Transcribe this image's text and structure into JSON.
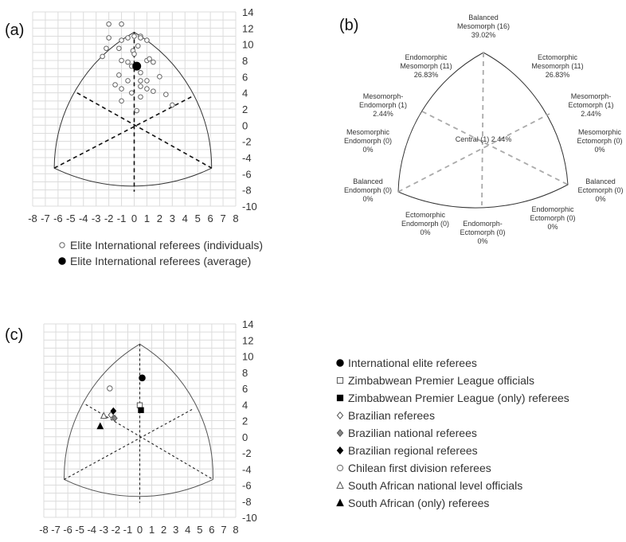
{
  "chart_data": [
    {
      "panel": "(a)",
      "type": "scatter",
      "xlim": [
        -8,
        8
      ],
      "ylim": [
        -10,
        14
      ],
      "x_ticks": [
        "-8",
        "-7",
        "-6",
        "-5",
        "-4",
        "-3",
        "-2",
        "-1",
        "0",
        "1",
        "2",
        "3",
        "4",
        "5",
        "6",
        "7",
        "8"
      ],
      "y_ticks": [
        "14",
        "12",
        "10",
        "8",
        "6",
        "4",
        "2",
        "0",
        "-2",
        "-4",
        "-6",
        "-8",
        "-10"
      ],
      "grid": true,
      "legend_position": "bottom",
      "series": [
        {
          "name": "Elite International referees (individuals)",
          "marker": "open-circle",
          "points": [
            [
              -2,
              12.5
            ],
            [
              -1,
              12.5
            ],
            [
              -2,
              10.8
            ],
            [
              -1,
              10.5
            ],
            [
              0,
              11
            ],
            [
              0.5,
              11
            ],
            [
              1,
              10.5
            ],
            [
              0.5,
              10.8
            ],
            [
              -2.2,
              9.5
            ],
            [
              -2.5,
              8.5
            ],
            [
              -1.2,
              9.5
            ],
            [
              -1,
              8
            ],
            [
              -0.5,
              7.8
            ],
            [
              -0.1,
              9.2
            ],
            [
              0,
              8.8
            ],
            [
              1,
              8
            ],
            [
              1.5,
              7.8
            ],
            [
              -1.2,
              6.2
            ],
            [
              0.5,
              6.5
            ],
            [
              2,
              6
            ],
            [
              -0.5,
              5.5
            ],
            [
              0.5,
              5.5
            ],
            [
              1,
              5.5
            ],
            [
              -1.5,
              5
            ],
            [
              -1,
              4.5
            ],
            [
              0.5,
              4.8
            ],
            [
              1,
              4.5
            ],
            [
              1.5,
              4.2
            ],
            [
              -0.2,
              4
            ],
            [
              0.5,
              3.5
            ],
            [
              2.5,
              3.8
            ],
            [
              -1,
              3
            ],
            [
              0.2,
              1.8
            ],
            [
              3,
              2.5
            ],
            [
              -0.2,
              7.3
            ],
            [
              0.3,
              9.8
            ],
            [
              -0.5,
              10.8
            ],
            [
              1.2,
              8.2
            ]
          ]
        },
        {
          "name": "Elite International referees (average)",
          "marker": "filled-circle",
          "points": [
            [
              0.2,
              7.3
            ]
          ]
        }
      ]
    },
    {
      "panel": "(b)",
      "type": "somatochart-categories",
      "categories": [
        {
          "lines": [
            "Balanced",
            "Mesomorph (16)",
            "39.02%"
          ],
          "anchor": "top"
        },
        {
          "lines": [
            "Endomorphic",
            "Mesomorph (11)",
            "26.83%"
          ],
          "anchor": "upper-left"
        },
        {
          "lines": [
            "Ectomorphic",
            "Mesomorph (11)",
            "26.83%"
          ],
          "anchor": "upper-right"
        },
        {
          "lines": [
            "Mesomorph-",
            "Endomorph (1)",
            "2.44%"
          ],
          "anchor": "left-1"
        },
        {
          "lines": [
            "Mesomorph-",
            "Ectomorph (1)",
            "2.44%"
          ],
          "anchor": "right-1"
        },
        {
          "lines": [
            "Mesomorphic",
            "Endomorph (0)",
            "0%"
          ],
          "anchor": "left-2"
        },
        {
          "lines": [
            "Mesomorphic",
            "Ectomorph (0)",
            "0%"
          ],
          "anchor": "right-2"
        },
        {
          "lines": [
            "Central (1) 2.44%"
          ],
          "anchor": "center"
        },
        {
          "lines": [
            "Balanced",
            "Endomorph (0)",
            "0%"
          ],
          "anchor": "left-3"
        },
        {
          "lines": [
            "Balanced",
            "Ectomorph (0)",
            "0%"
          ],
          "anchor": "right-3"
        },
        {
          "lines": [
            "Ectomorphic",
            "Endomorph (0)",
            "0%"
          ],
          "anchor": "bottom-left"
        },
        {
          "lines": [
            "Endomorphic",
            "Ectomorph (0)",
            "0%"
          ],
          "anchor": "bottom-right"
        },
        {
          "lines": [
            "Endomorph-",
            "Ectomorph (0)",
            "0%"
          ],
          "anchor": "bottom"
        }
      ]
    },
    {
      "panel": "(c)",
      "type": "scatter",
      "xlim": [
        -8,
        8
      ],
      "ylim": [
        -10,
        14
      ],
      "x_ticks": [
        "-8",
        "-7",
        "-6",
        "-5",
        "-4",
        "-3",
        "-2",
        "-1",
        "0",
        "1",
        "2",
        "3",
        "4",
        "5",
        "6",
        "7",
        "8"
      ],
      "y_ticks": [
        "14",
        "12",
        "10",
        "8",
        "6",
        "4",
        "2",
        "0",
        "-2",
        "-4",
        "-6",
        "-8",
        "-10"
      ],
      "grid": true,
      "legend_position": "right",
      "series": [
        {
          "name": "International elite referees",
          "marker": "filled-circle",
          "points": [
            [
              0.2,
              7.3
            ]
          ]
        },
        {
          "name": "Zimbabwean Premier League officials",
          "marker": "open-square",
          "points": [
            [
              0,
              3.9
            ]
          ]
        },
        {
          "name": "Zimbabwean Premier League (only) referees",
          "marker": "filled-square",
          "points": [
            [
              0.1,
              3.3
            ]
          ]
        },
        {
          "name": "Brazilian referees",
          "marker": "open-diamond",
          "points": [
            [
              -2.4,
              2.7
            ]
          ]
        },
        {
          "name": "Brazilian national referees",
          "marker": "gray-diamond",
          "points": [
            [
              -2.1,
              2.3
            ]
          ]
        },
        {
          "name": "Brazilian regional referees",
          "marker": "filled-diamond",
          "points": [
            [
              -2.2,
              3.2
            ]
          ]
        },
        {
          "name": "Chilean first division referees",
          "marker": "open-circle",
          "points": [
            [
              -2.5,
              6
            ]
          ]
        },
        {
          "name": "South African national level officials",
          "marker": "open-triangle",
          "points": [
            [
              -3,
              2.6
            ]
          ]
        },
        {
          "name": "South African (only) referees",
          "marker": "filled-triangle",
          "points": [
            [
              -3.3,
              1.3
            ]
          ]
        }
      ]
    }
  ]
}
